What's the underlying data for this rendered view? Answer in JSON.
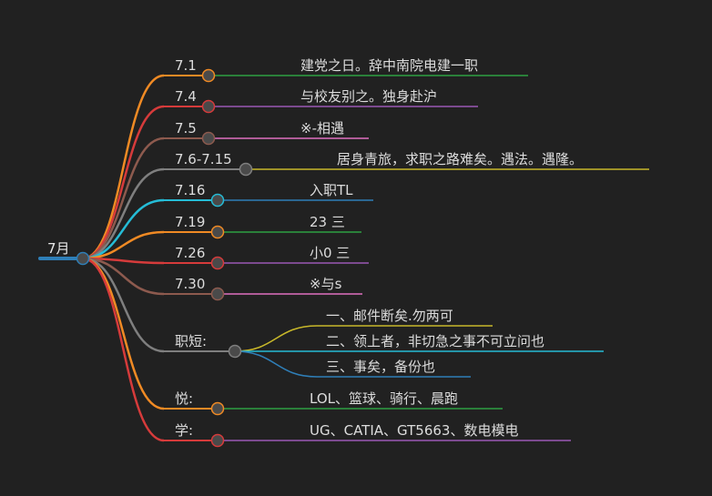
{
  "root": {
    "label": "7月",
    "color": "#2f7fb8"
  },
  "branches": [
    {
      "label": "7.1",
      "color": "#f08a24",
      "text": "建党之日。辞中南院电建一职",
      "text_color": "#2ea043"
    },
    {
      "label": "7.4",
      "color": "#d63b3b",
      "text": "与校友别之。独身赴沪",
      "text_color": "#9b59b6"
    },
    {
      "label": "7.5",
      "color": "#8d5a4e",
      "text": "※-相遇",
      "text_color": "#e070c0"
    },
    {
      "label": "7.6-7.15",
      "color": "#7f7f7f",
      "text": "居身青旅，求职之路难矣。遇法。遇隆。",
      "text_color": "#c8b82a"
    },
    {
      "label": "7.16",
      "color": "#25bcd6",
      "text": "入职TL",
      "text_color": "#2f7fb8"
    },
    {
      "label": "7.19",
      "color": "#f08a24",
      "text": "23 三",
      "text_color": "#2ea043"
    },
    {
      "label": "7.26",
      "color": "#d63b3b",
      "text": "小0 三",
      "text_color": "#9b59b6"
    },
    {
      "label": "7.30",
      "color": "#8d5a4e",
      "text": "※与s",
      "text_color": "#e070c0"
    },
    {
      "label": "职短:",
      "color": "#7f7f7f",
      "children": [
        {
          "text": "一、邮件断矣.勿两可",
          "text_color": "#c8b82a"
        },
        {
          "text": "二、领上者，非切急之事不可立问也",
          "text_color": "#25bcd6"
        },
        {
          "text": "三、事矣，备份也",
          "text_color": "#2f7fb8"
        }
      ]
    },
    {
      "label": "悦:",
      "color": "#f08a24",
      "text": "LOL、篮球、骑行、晨跑",
      "text_color": "#2ea043"
    },
    {
      "label": "学:",
      "color": "#d63b3b",
      "text": "UG、CATIA、GT5663、数电模电",
      "text_color": "#9b59b6"
    }
  ]
}
